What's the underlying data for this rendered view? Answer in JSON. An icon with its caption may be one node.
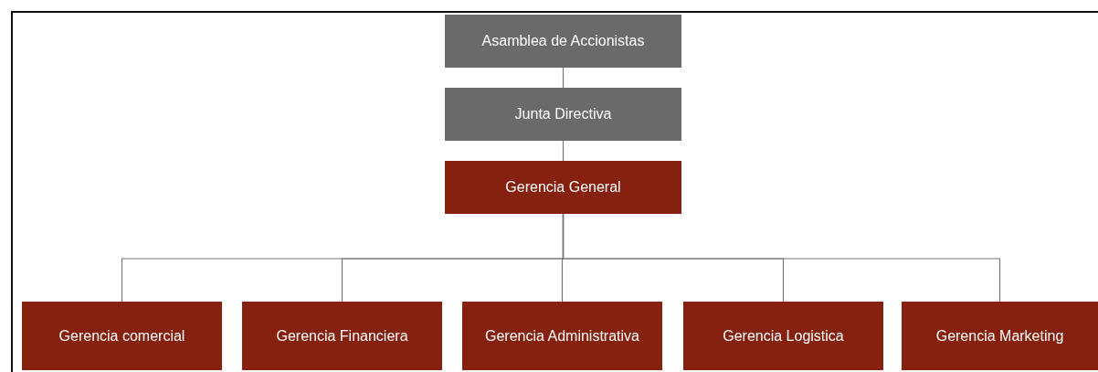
{
  "diagram": {
    "nodes": [
      {
        "text": [
          "Asamblea de Accionistas"
        ]
      },
      {
        "text": [
          "Junta Directiva"
        ]
      },
      {
        "text": [
          "Gerencia General"
        ]
      },
      {
        "text": [
          "Gerencia comercial"
        ]
      },
      {
        "text": [
          "Gerencia Financiera"
        ]
      },
      {
        "text": [
          "Gerencia Administrativa"
        ]
      },
      {
        "text": [
          "Gerencia Logistica"
        ]
      },
      {
        "text": [
          "Gerencia Marketing"
        ]
      }
    ],
    "edges": [
      {
        "from": 0,
        "to": 1,
        "arrow": "none"
      },
      {
        "from": 1,
        "to": 2,
        "arrow": "none"
      },
      {
        "from": 2,
        "to": 3,
        "arrow": "none"
      },
      {
        "from": 2,
        "to": 4,
        "arrow": "none"
      },
      {
        "from": 2,
        "to": 5,
        "arrow": "none"
      },
      {
        "from": 2,
        "to": 6,
        "arrow": "none"
      },
      {
        "from": 2,
        "to": 7,
        "arrow": "none"
      }
    ]
  }
}
